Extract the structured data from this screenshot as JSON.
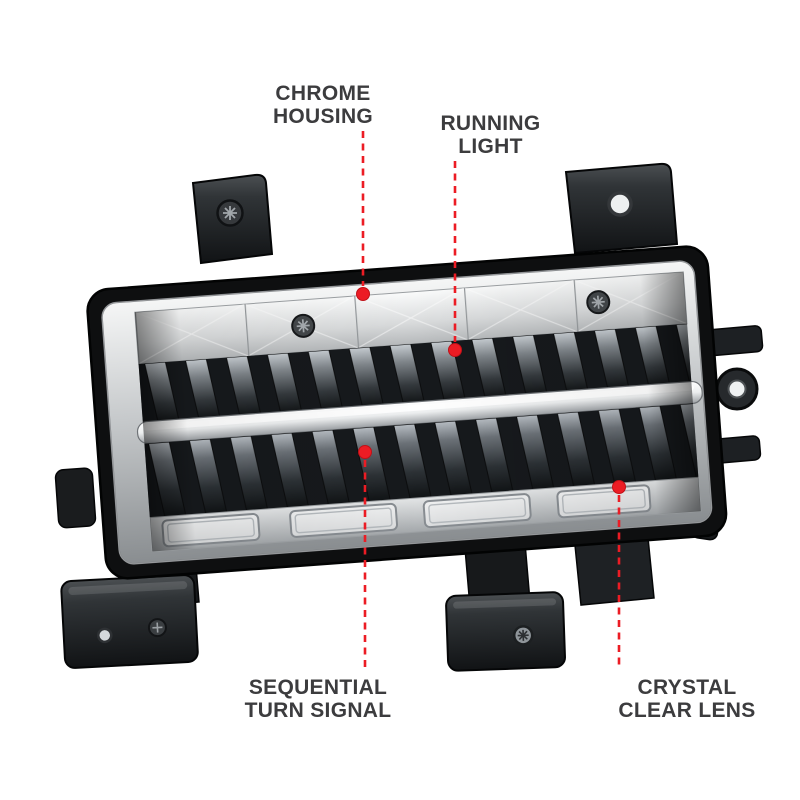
{
  "colors": {
    "background": "#ffffff",
    "callout_accent": "#ec1c24",
    "label_text": "#3c3c3e",
    "housing_black": "#0e0f10",
    "chrome": "#c6c9cb"
  },
  "callouts": {
    "chrome_housing": {
      "line1": "CHROME",
      "line2": "HOUSING"
    },
    "running_light": {
      "line1": "RUNNING",
      "line2": "LIGHT"
    },
    "sequential_turn_signal": {
      "line1": "SEQUENTIAL",
      "line2": "TURN SIGNAL"
    },
    "crystal_clear_lens": {
      "line1": "CRYSTAL",
      "line2": "CLEAR LENS"
    }
  }
}
